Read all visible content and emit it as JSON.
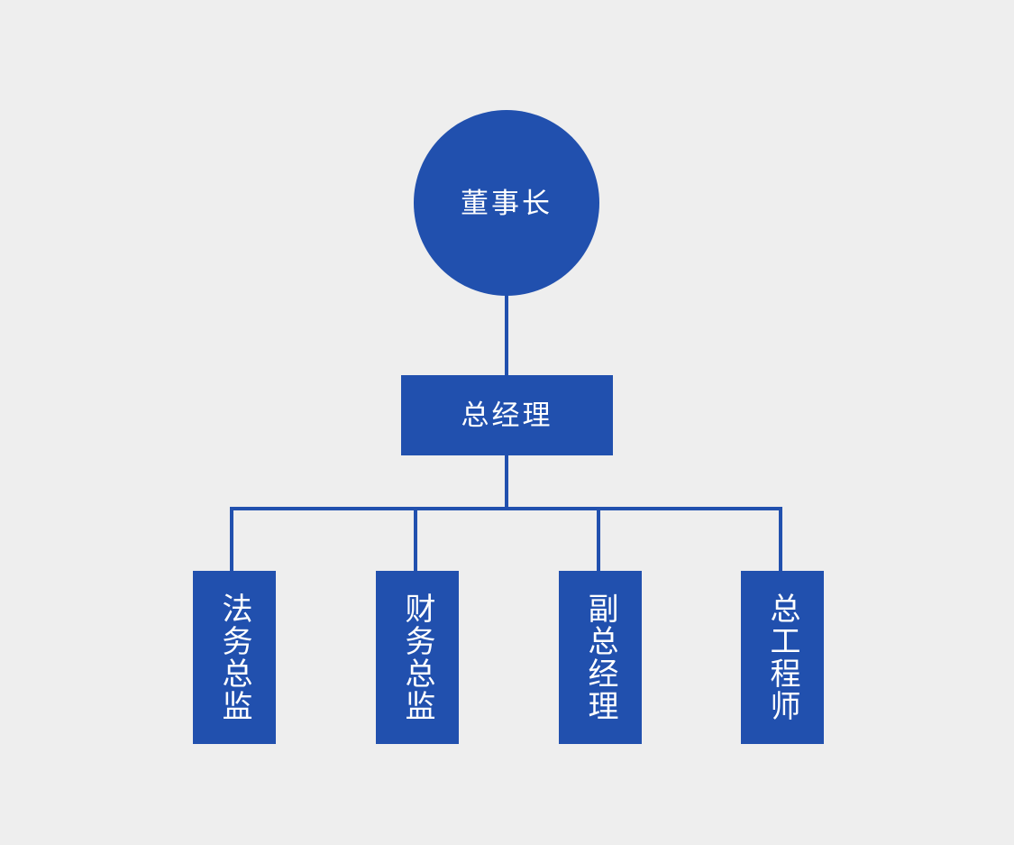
{
  "chart_data": {
    "type": "diagram",
    "subtype": "organizational-hierarchy-tree",
    "title": "",
    "background_color": "#eeeeee",
    "node_color": "#2150ae",
    "text_color": "#ffffff",
    "connector_color": "#2150ae",
    "levels": 3,
    "nodes": [
      {
        "id": "root",
        "label": "董事长",
        "shape": "circle",
        "level": 1,
        "parent": null
      },
      {
        "id": "gm",
        "label": "总经理",
        "shape": "rect",
        "level": 2,
        "parent": "root"
      },
      {
        "id": "legal",
        "label": "法务总监",
        "shape": "rect-vertical-text",
        "level": 3,
        "parent": "gm"
      },
      {
        "id": "fin",
        "label": "财务总监",
        "shape": "rect-vertical-text",
        "level": 3,
        "parent": "gm"
      },
      {
        "id": "dgm",
        "label": "副总经理",
        "shape": "rect-vertical-text",
        "level": 3,
        "parent": "gm"
      },
      {
        "id": "eng",
        "label": "总工程师",
        "shape": "rect-vertical-text",
        "level": 3,
        "parent": "gm"
      }
    ]
  },
  "chart": {
    "root": {
      "label": "董事长"
    },
    "level2": {
      "label": "总经理"
    },
    "level3": [
      {
        "label": "法务总监"
      },
      {
        "label": "财务总监"
      },
      {
        "label": "副总经理"
      },
      {
        "label": "总工程师"
      }
    ]
  },
  "colors": {
    "node": "#2150ae",
    "background": "#eeeeee",
    "label": "#ffffff"
  }
}
